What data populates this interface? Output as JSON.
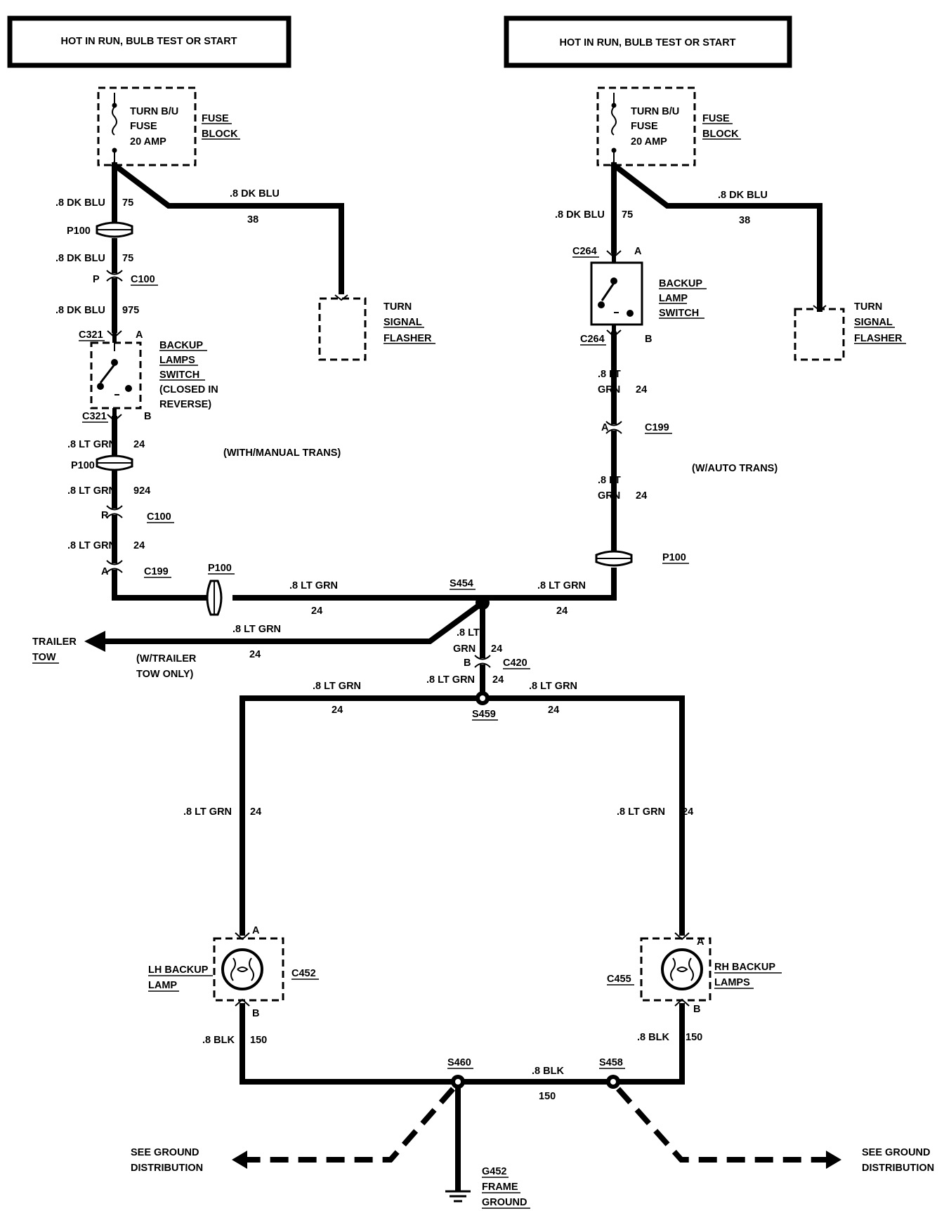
{
  "labels": {
    "left_header": "HOT IN RUN, BULB TEST OR START",
    "right_header": "HOT IN RUN, BULB TEST OR START",
    "fuse_name_1": "TURN B/U",
    "fuse_name_2": "FUSE",
    "fuse_rating": "20 AMP",
    "fuse_block_1": "FUSE",
    "fuse_block_2": "BLOCK",
    "dk_blu": ".8 DK BLU",
    "lt_grn": ".8 LT GRN",
    "lt_grn_short": ".8 LT",
    "grn": "GRN",
    "blk": ".8 BLK",
    "c75": "75",
    "c38": "38",
    "c975": "975",
    "c24": "24",
    "c924": "924",
    "c150": "150",
    "P100": "P100",
    "C100": "C100",
    "C321": "C321",
    "C264": "C264",
    "C199": "C199",
    "C420": "C420",
    "C452": "C452",
    "C455": "C455",
    "S454": "S454",
    "S459": "S459",
    "S460": "S460",
    "S458": "S458",
    "pin_A": "A",
    "pin_B": "B",
    "pin_P": "P",
    "pin_R": "R",
    "turn_1": "TURN",
    "turn_2": "SIGNAL",
    "turn_3": "FLASHER",
    "bl_switch_1": "BACKUP",
    "bl_switch_2": "LAMPS",
    "bl_switch_3": "SWITCH",
    "bl_switch_4": "(CLOSED IN",
    "bl_switch_5": "REVERSE)",
    "br_switch_1": "BACKUP",
    "br_switch_2": "LAMP",
    "br_switch_3": "SWITCH",
    "with_manual": "(WITH/MANUAL TRANS)",
    "with_auto": "(W/AUTO TRANS)",
    "trailer_1": "TRAILER",
    "trailer_2": "TOW",
    "trailer_only_1": "(W/TRAILER",
    "trailer_only_2": "TOW ONLY)",
    "lh_1": "LH BACKUP",
    "lh_2": "LAMP",
    "rh_1": "RH BACKUP",
    "rh_2": "LAMPS",
    "gnd_1": "SEE GROUND",
    "gnd_2": "DISTRIBUTION",
    "g452": "G452",
    "frame": "FRAME",
    "ground": "GROUND"
  }
}
